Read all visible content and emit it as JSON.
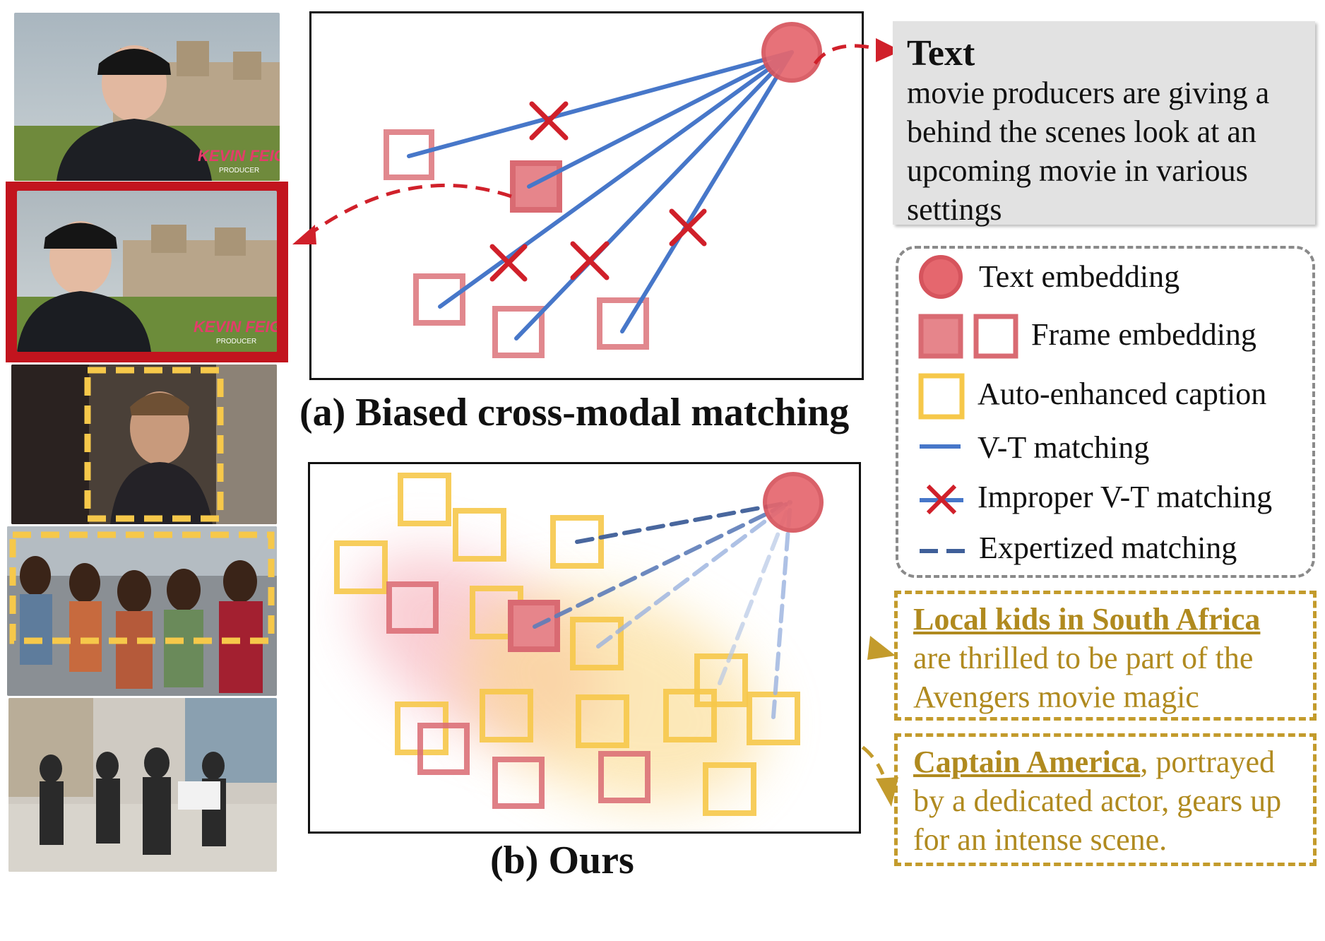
{
  "panel_a": {
    "caption": "(a) Biased cross-modal matching"
  },
  "panel_b": {
    "caption": "(b) Ours"
  },
  "text_box": {
    "title": "Text",
    "body": "movie producers are giving a behind the scenes look at an upcoming movie in various settings"
  },
  "legend": {
    "items": [
      {
        "label": "Text embedding",
        "icon": "text-embedding-circle"
      },
      {
        "label": "Frame embedding",
        "icon": "frame-embedding-squares"
      },
      {
        "label": "Auto-enhanced caption",
        "icon": "caption-square"
      },
      {
        "label": "V-T matching",
        "icon": "solid-blue-line"
      },
      {
        "label": "Improper V-T matching",
        "icon": "red-cross-on-line"
      },
      {
        "label": "Expertized matching",
        "icon": "dashed-blue-line"
      }
    ]
  },
  "captions": [
    {
      "highlight": "Local kids in South Africa",
      "rest": "are thrilled to be part of the Avengers movie magic"
    },
    {
      "highlight": "Captain America",
      "rest": ", portrayed by a dedicated actor, gears up for an intense scene."
    }
  ],
  "frames": {
    "frame1_overlay": "KEVIN FEIGE",
    "frame1_sub": "PRODUCER",
    "frame2_overlay": "KEVIN FEIGE",
    "frame2_sub": "PRODUCER"
  },
  "colors": {
    "text_embedding": "#e5676e",
    "frame_embedding": "#d96a72",
    "caption": "#f6c84a",
    "vt_line": "#4777c9",
    "cross": "#d0202a",
    "expert_line": "#3f5f99",
    "gold": "#c39b2c",
    "selected_frame": "#c2141e"
  }
}
